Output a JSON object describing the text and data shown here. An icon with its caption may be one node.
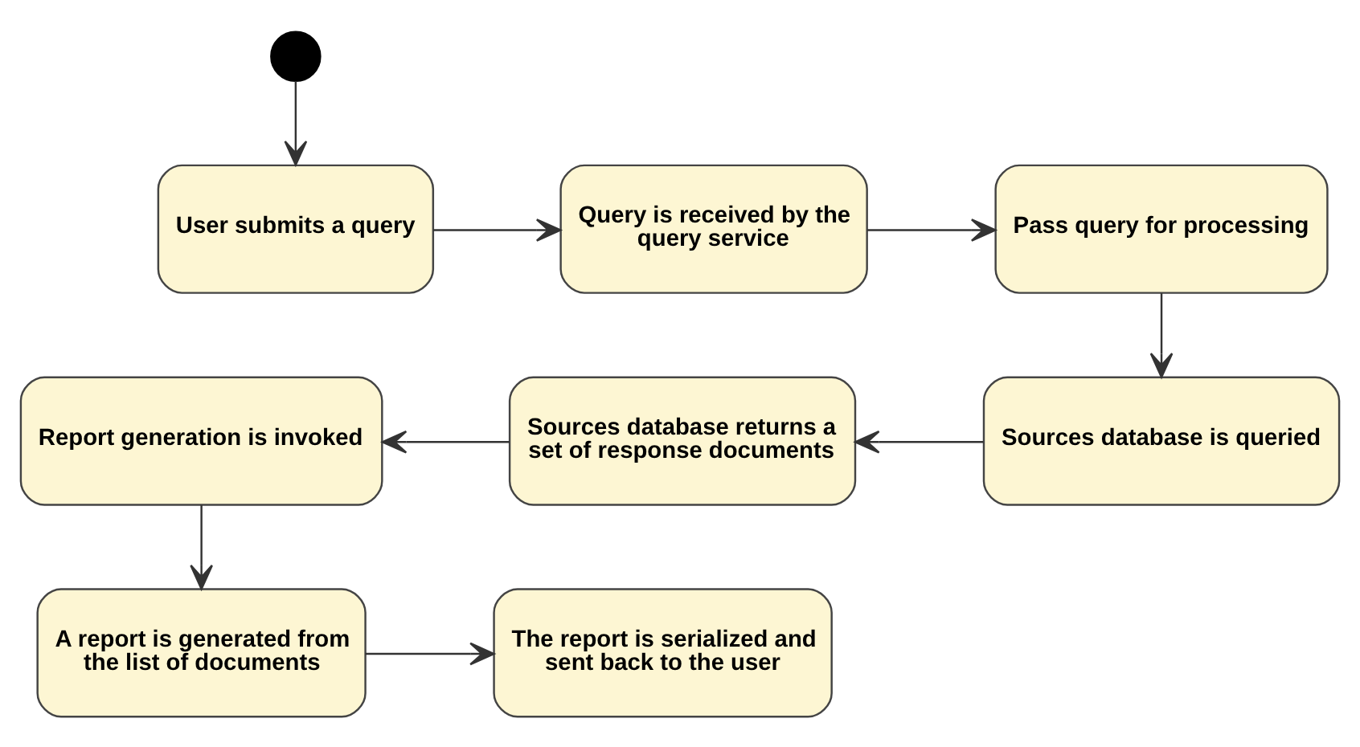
{
  "diagram": {
    "nodes": [
      {
        "text": [],
        "shape": "circle"
      },
      {
        "text": [
          "User submits a query"
        ]
      },
      {
        "text": [
          "Query is received by the query service"
        ]
      },
      {
        "text": [
          "Pass query for processing"
        ]
      },
      {
        "text": [
          "Sources database is queried"
        ]
      },
      {
        "text": [
          "Sources database returns a set of response documents"
        ]
      },
      {
        "text": [
          "Report generation is invoked"
        ]
      },
      {
        "text": [
          "A report is generated from the list of documents"
        ]
      },
      {
        "text": [
          "The report is serialized and sent back to the user"
        ]
      }
    ],
    "edges": [
      {
        "from": 0,
        "to": 1,
        "arrow": "to"
      },
      {
        "from": 1,
        "to": 2,
        "arrow": "to"
      },
      {
        "from": 2,
        "to": 3,
        "arrow": "to"
      },
      {
        "from": 3,
        "to": 4,
        "arrow": "to"
      },
      {
        "from": 4,
        "to": 5,
        "arrow": "to"
      },
      {
        "from": 5,
        "to": 6,
        "arrow": "to"
      },
      {
        "from": 6,
        "to": 7,
        "arrow": "to"
      },
      {
        "from": 7,
        "to": 8,
        "arrow": "to"
      }
    ]
  }
}
